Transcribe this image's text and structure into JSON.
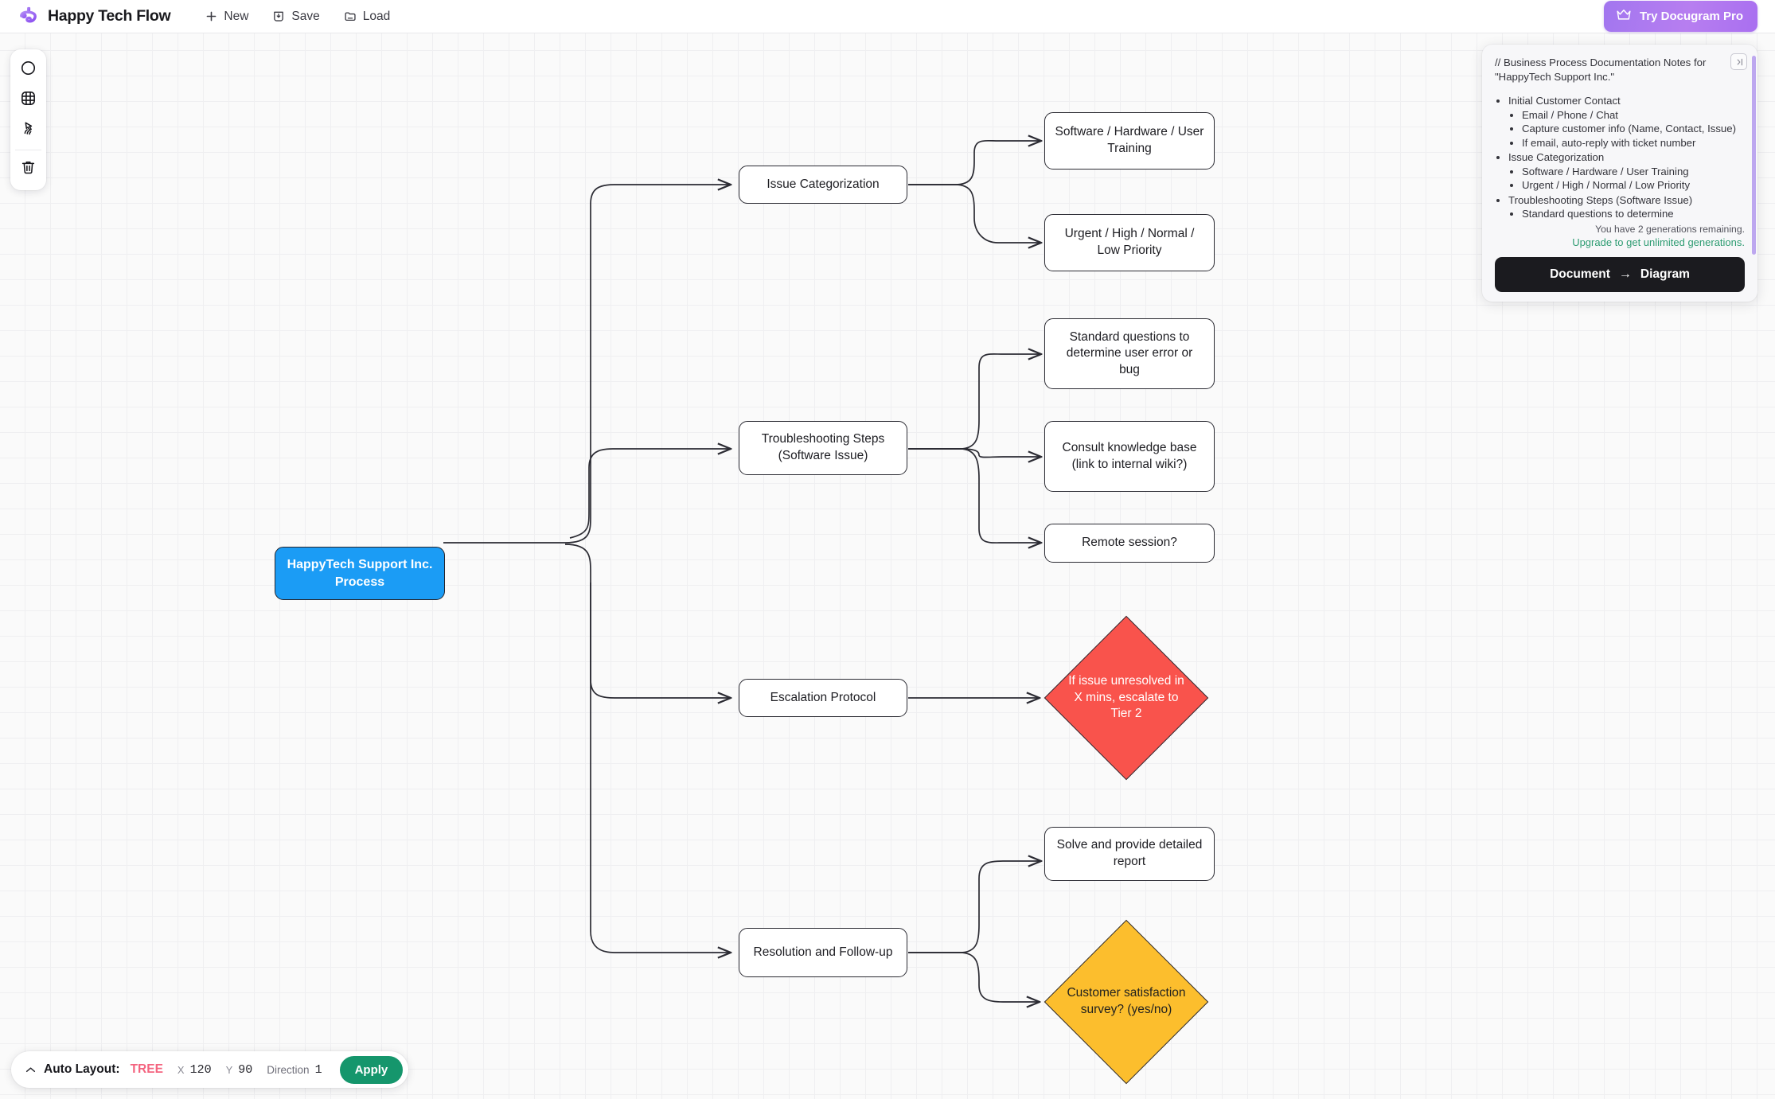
{
  "header": {
    "logo_icon": "happy-tech-logo",
    "title": "Happy Tech Flow",
    "actions": [
      {
        "label": "New",
        "icon": "plus-icon"
      },
      {
        "label": "Save",
        "icon": "save-download-icon"
      },
      {
        "label": "Load",
        "icon": "folder-icon"
      }
    ],
    "pro_button": {
      "label": "Try Docugram Pro",
      "icon": "crown-icon"
    }
  },
  "toolbar": {
    "tools": [
      {
        "name": "shape-circle-tool",
        "icon": "circle-icon"
      },
      {
        "name": "grid-tool",
        "icon": "grid-icon"
      },
      {
        "name": "pointer-tool",
        "icon": "cursor-hand-icon"
      },
      {
        "name": "delete-tool",
        "icon": "trash-icon"
      }
    ]
  },
  "diagram": {
    "root": {
      "label": "HappyTech Support Inc. Process",
      "color": "#1b9cf5",
      "shape": "rounded-rect"
    },
    "nodes": [
      {
        "id": "issue-categorization",
        "label": "Issue Categorization",
        "shape": "rounded-rect"
      },
      {
        "id": "software-hardware-user-training",
        "label": "Software / Hardware / User Training",
        "shape": "rounded-rect"
      },
      {
        "id": "urgent-high-normal-low-priority",
        "label": "Urgent / High / Normal / Low Priority",
        "shape": "rounded-rect"
      },
      {
        "id": "troubleshooting-steps",
        "label": "Troubleshooting Steps (Software Issue)",
        "shape": "rounded-rect"
      },
      {
        "id": "standard-questions",
        "label": "Standard questions to determine user error or bug",
        "shape": "rounded-rect"
      },
      {
        "id": "consult-knowledge-base",
        "label": "Consult knowledge base (link to internal wiki?)",
        "shape": "rounded-rect"
      },
      {
        "id": "remote-session",
        "label": "Remote session?",
        "shape": "rounded-rect"
      },
      {
        "id": "escalation-protocol",
        "label": "Escalation Protocol",
        "shape": "rounded-rect"
      },
      {
        "id": "escalate-tier-2",
        "label": "If issue unresolved in X mins, escalate to Tier 2",
        "shape": "diamond",
        "color": "#f9534c"
      },
      {
        "id": "resolution-follow-up",
        "label": "Resolution and Follow-up",
        "shape": "rounded-rect"
      },
      {
        "id": "solve-detailed-report",
        "label": "Solve and provide detailed report",
        "shape": "rounded-rect"
      },
      {
        "id": "customer-satisfaction-survey",
        "label": "Customer satisfaction survey? (yes/no)",
        "shape": "diamond",
        "color": "#fcbe2d"
      }
    ]
  },
  "notes": {
    "heading": "// Business Process Documentation Notes for \"HappyTech Support Inc.\"",
    "items": [
      {
        "label": "Initial Customer Contact",
        "children": [
          "Email / Phone / Chat",
          "Capture customer info (Name, Contact, Issue)",
          "If email, auto-reply with ticket number"
        ]
      },
      {
        "label": "Issue Categorization",
        "children": [
          "Software / Hardware / User Training",
          "Urgent / High / Normal / Low Priority"
        ]
      },
      {
        "label": "Troubleshooting Steps (Software Issue)",
        "children": [
          "Standard questions to determine"
        ]
      }
    ],
    "generations_remaining": "You have 2 generations remaining.",
    "upgrade_link": "Upgrade to get unlimited generations.",
    "convert_button": {
      "from": "Document",
      "arrow": "→",
      "to": "Diagram"
    },
    "collapse_icon": "panel-collapse-icon"
  },
  "layout_bar": {
    "chevron_icon": "chevron-up-icon",
    "label": "Auto Layout:",
    "mode": "TREE",
    "x_key": "X",
    "x_value": "120",
    "y_key": "Y",
    "y_value": "90",
    "direction_key": "Direction",
    "direction_value": "1",
    "apply_label": "Apply"
  }
}
